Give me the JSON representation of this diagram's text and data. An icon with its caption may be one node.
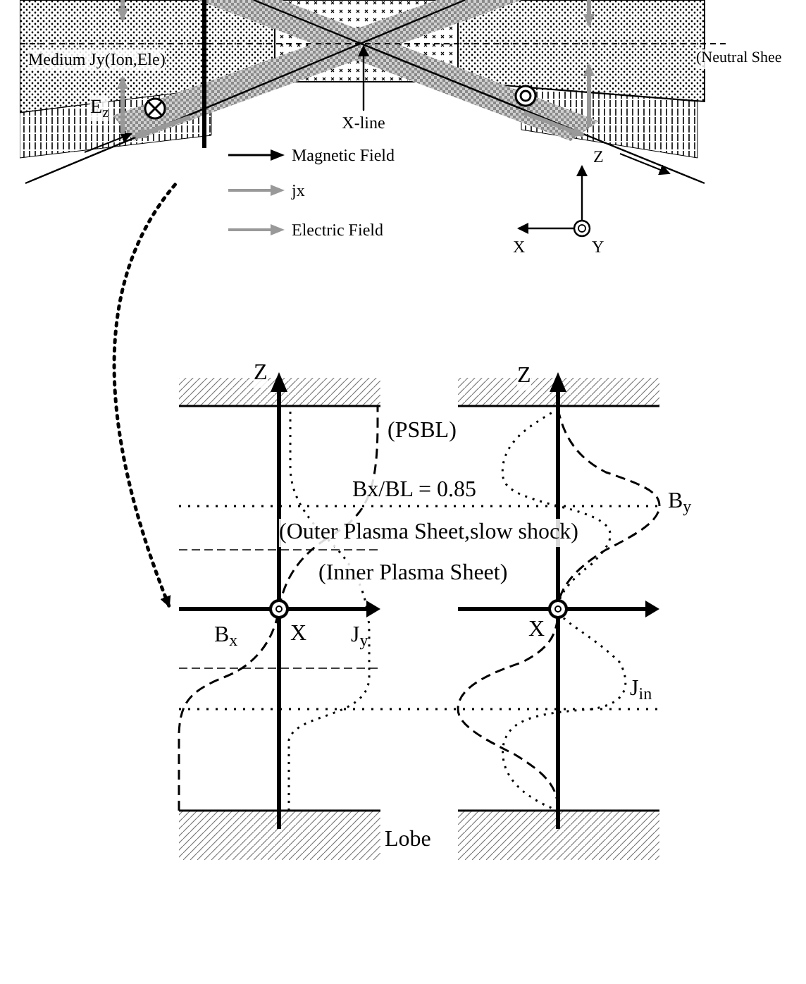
{
  "diagram": {
    "nodes": [
      {
        "text": [],
        "shape": "picture"
      },
      {
        "text": [],
        "shape": "picture"
      },
      {
        "text": [
          "X-line"
        ]
      }
    ],
    "edges": [
      {
        "from": 0,
        "to": 1,
        "arrow": "to",
        "style": "dashed"
      },
      {
        "from": 2,
        "to": 0,
        "arrow": "to"
      }
    ],
    "labels": [
      "Medium Jy(Ion,Ele)",
      "(Neutral Shee",
      "E$_{z}$",
      "Z",
      "X",
      "Y",
      "Z",
      "(PSBL)",
      "Bx/BL = 0.85",
      "(Outer Plasma Sheet,slow shock)",
      "(Inner Plasma Sheet)",
      "B$_{x}$",
      "X",
      "J$_{y}$",
      "Z",
      "B$_{y}$",
      "X",
      "J$_{in}$",
      "Lobe"
    ],
    "legend": [
      {
        "text": "Magnetic Field"
      },
      {
        "text": "jx"
      },
      {
        "text": "Electric Field"
      }
    ]
  }
}
